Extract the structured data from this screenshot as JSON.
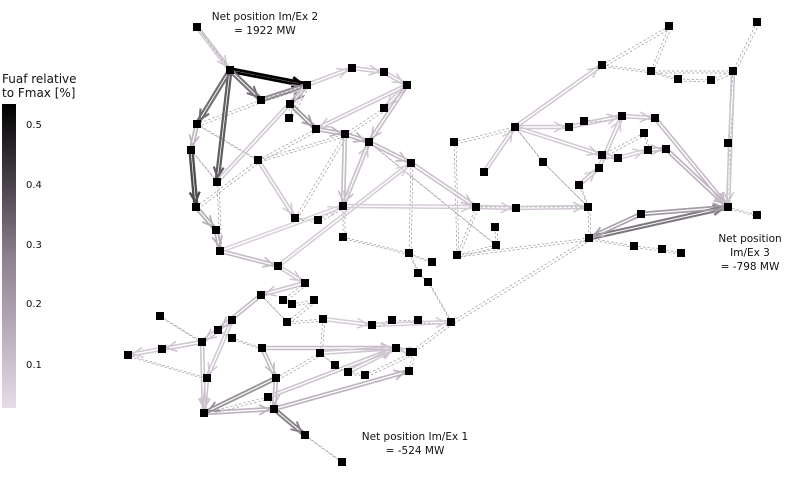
{
  "colorbar": {
    "title_line1": "Fuaf relative",
    "title_line2": "to Fmax [%]",
    "ticks": [
      "0.5",
      "0.4",
      "0.3",
      "0.2",
      "0.1"
    ],
    "color_low": "#e6dbe8",
    "color_high": "#000000"
  },
  "annotations": {
    "area2": {
      "line1": "Net position Im/Ex 2",
      "line2": "= 1922 MW"
    },
    "area3": {
      "line1": "Net position",
      "line2": "Im/Ex 3",
      "line3": "= -798 MW"
    },
    "area1": {
      "line1": "Net position Im/Ex 1",
      "line2": "= -524 MW"
    }
  },
  "node_color": "#000000",
  "dashed_line_color": "#9a9a9a",
  "node_count": 97
}
